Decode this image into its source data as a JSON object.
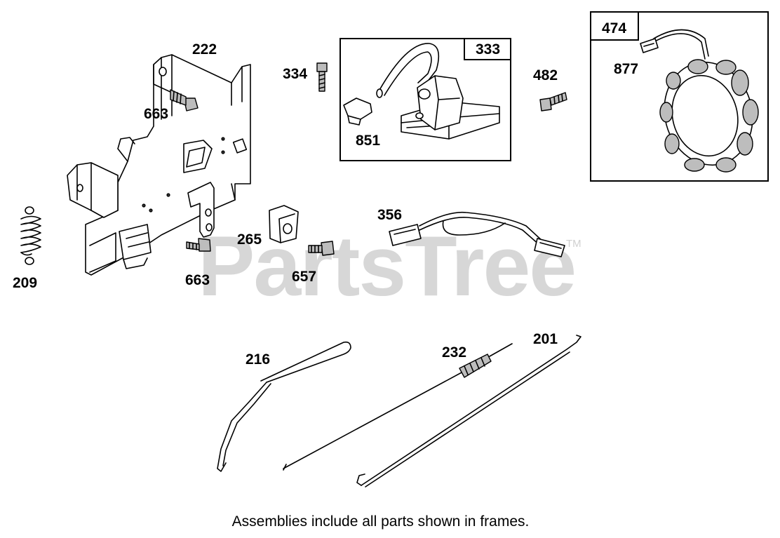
{
  "watermark": {
    "text": "PartsTree",
    "tm": "TM"
  },
  "footer_note": "Assemblies include all parts shown in frames.",
  "frames": [
    {
      "id": "333"
    },
    {
      "id": "474"
    }
  ],
  "parts": [
    {
      "ref": "222"
    },
    {
      "ref": "663"
    },
    {
      "ref": "209"
    },
    {
      "ref": "663"
    },
    {
      "ref": "265"
    },
    {
      "ref": "657"
    },
    {
      "ref": "334"
    },
    {
      "ref": "851"
    },
    {
      "ref": "482"
    },
    {
      "ref": "877"
    },
    {
      "ref": "356"
    },
    {
      "ref": "216"
    },
    {
      "ref": "232"
    },
    {
      "ref": "201"
    }
  ]
}
